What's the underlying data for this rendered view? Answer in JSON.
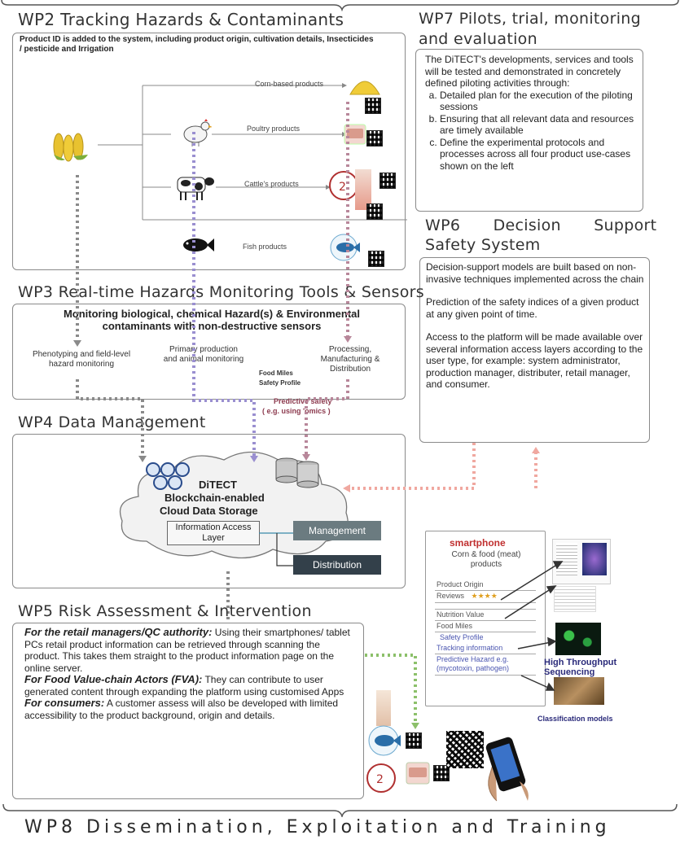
{
  "wp2": {
    "title": "WP2 Tracking Hazards & Contaminants",
    "intro": "Product ID is added to the system, including product origin, cultivation details, Insecticides / pesticide and Irrigation",
    "products": [
      "Corn-based products",
      "Poultry products",
      "Cattle's products",
      "Fish products"
    ]
  },
  "wp7": {
    "title_line1": "WP7 Pilots, trial, monitoring",
    "title_line2": "and evaluation",
    "intro": "The DiTECT's developments, services and tools will be tested and demonstrated in concretely defined piloting activities through:",
    "items": [
      "Detailed plan for the execution of the piloting sessions",
      "Ensuring that all relevant data and resources are timely available",
      "Define the experimental protocols and processes across all four product use-cases shown on the left"
    ]
  },
  "wp6": {
    "title_line1": "WP6 Decision Support",
    "title_line2": "Safety System",
    "p1": "Decision-support models are built based on non-invasive techniques implemented across the chain",
    "p2": "Prediction of the safety indices of a given product at any given point of time.",
    "p3": "Access to the platform will be made available over several information access layers according to the user type, for example: system administrator, production manager, distributer, retail manager, and consumer."
  },
  "wp3": {
    "title": "WP3 Real-time Hazards Monitoring Tools & Sensors",
    "heading": "Monitoring biological, chemical Hazard(s) & Environmental contaminants with non-destructive sensors",
    "col1": "Phenotyping and field-level hazard monitoring",
    "col2": "Primary production and animal monitoring",
    "col3": "Processing, Manufacturing & Distribution",
    "food_miles": "Food Miles",
    "safety_profile": "Safety Profile",
    "predictive": "Predictive safety",
    "predictive_eg": "( e.g. using 'omics )"
  },
  "wp4": {
    "title": "WP4 Data Management",
    "cloud_line1": "DiTECT",
    "cloud_line2": "Blockchain-enabled",
    "cloud_line3": "Cloud Data Storage",
    "info_layer": "Information Access Layer",
    "management": "Management",
    "distribution": "Distribution"
  },
  "phone": {
    "header": "smartphone",
    "title": "Corn & food (meat) products",
    "rows": [
      "Product Origin",
      "Reviews",
      "Nutrition Value",
      "Food Miles"
    ],
    "blue_rows": [
      "Safety Profile",
      "Tracking information",
      "Predictive Hazard e.g. (mycotoxin, pathogen)"
    ],
    "stars": "★★★★",
    "seq_label": "High Throughput Sequencing",
    "class_label": "Classification models"
  },
  "wp5": {
    "title": "WP5 Risk Assessment & Intervention",
    "b1": "For the retail managers/QC authority:",
    "t1": " Using their smartphones/ tablet PCs retail product information can be retrieved through scanning the product. This takes them straight to the product information page on the online server.",
    "b2": "For Food Value-chain Actors (FVA):",
    "t2": " They can contribute to user generated content through expanding the platform using customised Apps",
    "b3": "For consumers:",
    "t3": " A customer assess will also be developed with limited accessibility to the product background, origin and details."
  },
  "wp8": {
    "title": "WP8 Dissemination, Exploitation and Training"
  },
  "colors": {
    "grey_arrow": "#8a8a8a",
    "purple_arrow": "#9a8fd0",
    "mauve_arrow": "#b8879a",
    "salmon_arrow": "#f0a8a0",
    "green_arrow": "#8cc06a",
    "management": "#6b7b80",
    "distribution": "#33404a"
  }
}
